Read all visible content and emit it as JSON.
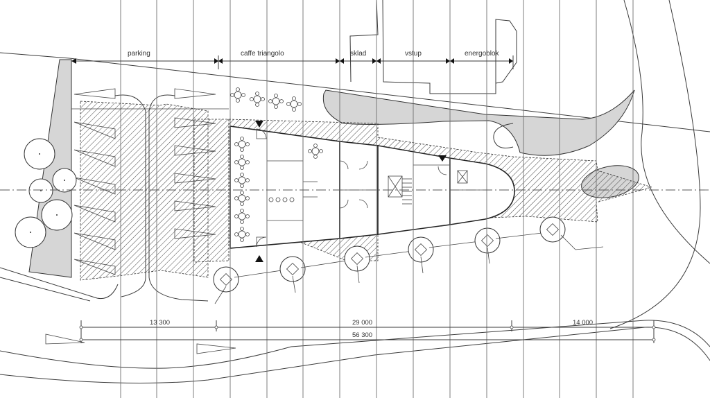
{
  "drawing": {
    "type": "architectural site plan",
    "zones": [
      {
        "label": "parking"
      },
      {
        "label": "caffe triangolo"
      },
      {
        "label": "sklad"
      },
      {
        "label": "vstup"
      },
      {
        "label": "energoblok"
      }
    ],
    "dimensions": {
      "segment_1": "13 300",
      "segment_2": "29 000",
      "segment_3": "14 000",
      "total": "56 300"
    },
    "colors": {
      "line": "#333333",
      "grid": "#6e6e6e",
      "fill_gray": "#d6d6d6",
      "background": "#ffffff"
    }
  }
}
